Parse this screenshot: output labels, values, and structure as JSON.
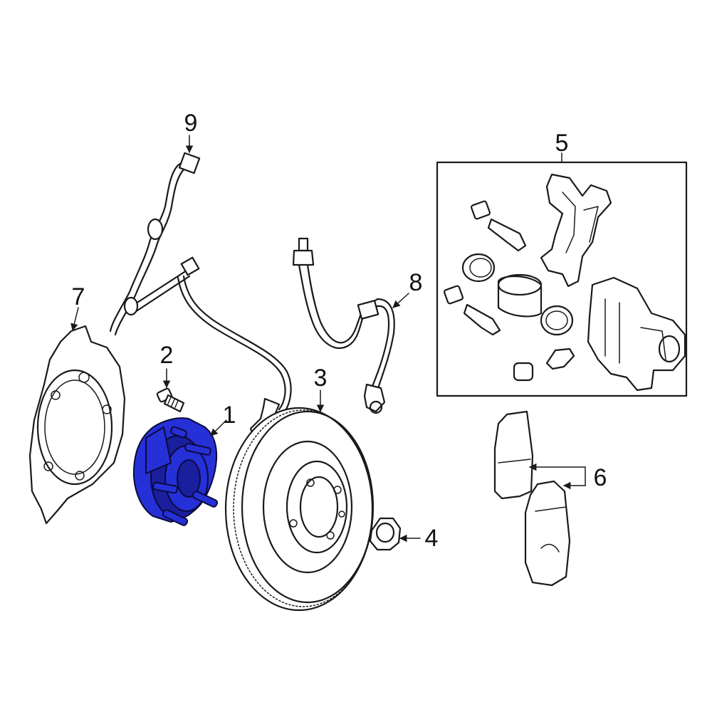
{
  "colors": {
    "highlight": "#2630d8",
    "highlight_dark": "#1a1f9e",
    "line": "#1a1a1a",
    "background": "#ffffff"
  },
  "callouts": [
    {
      "id": "1",
      "label": "1"
    },
    {
      "id": "2",
      "label": "2"
    },
    {
      "id": "3",
      "label": "3"
    },
    {
      "id": "4",
      "label": "4"
    },
    {
      "id": "5",
      "label": "5"
    },
    {
      "id": "6",
      "label": "6"
    },
    {
      "id": "7",
      "label": "7"
    },
    {
      "id": "8",
      "label": "8"
    },
    {
      "id": "9",
      "label": "9"
    }
  ],
  "highlighted_part": "1"
}
